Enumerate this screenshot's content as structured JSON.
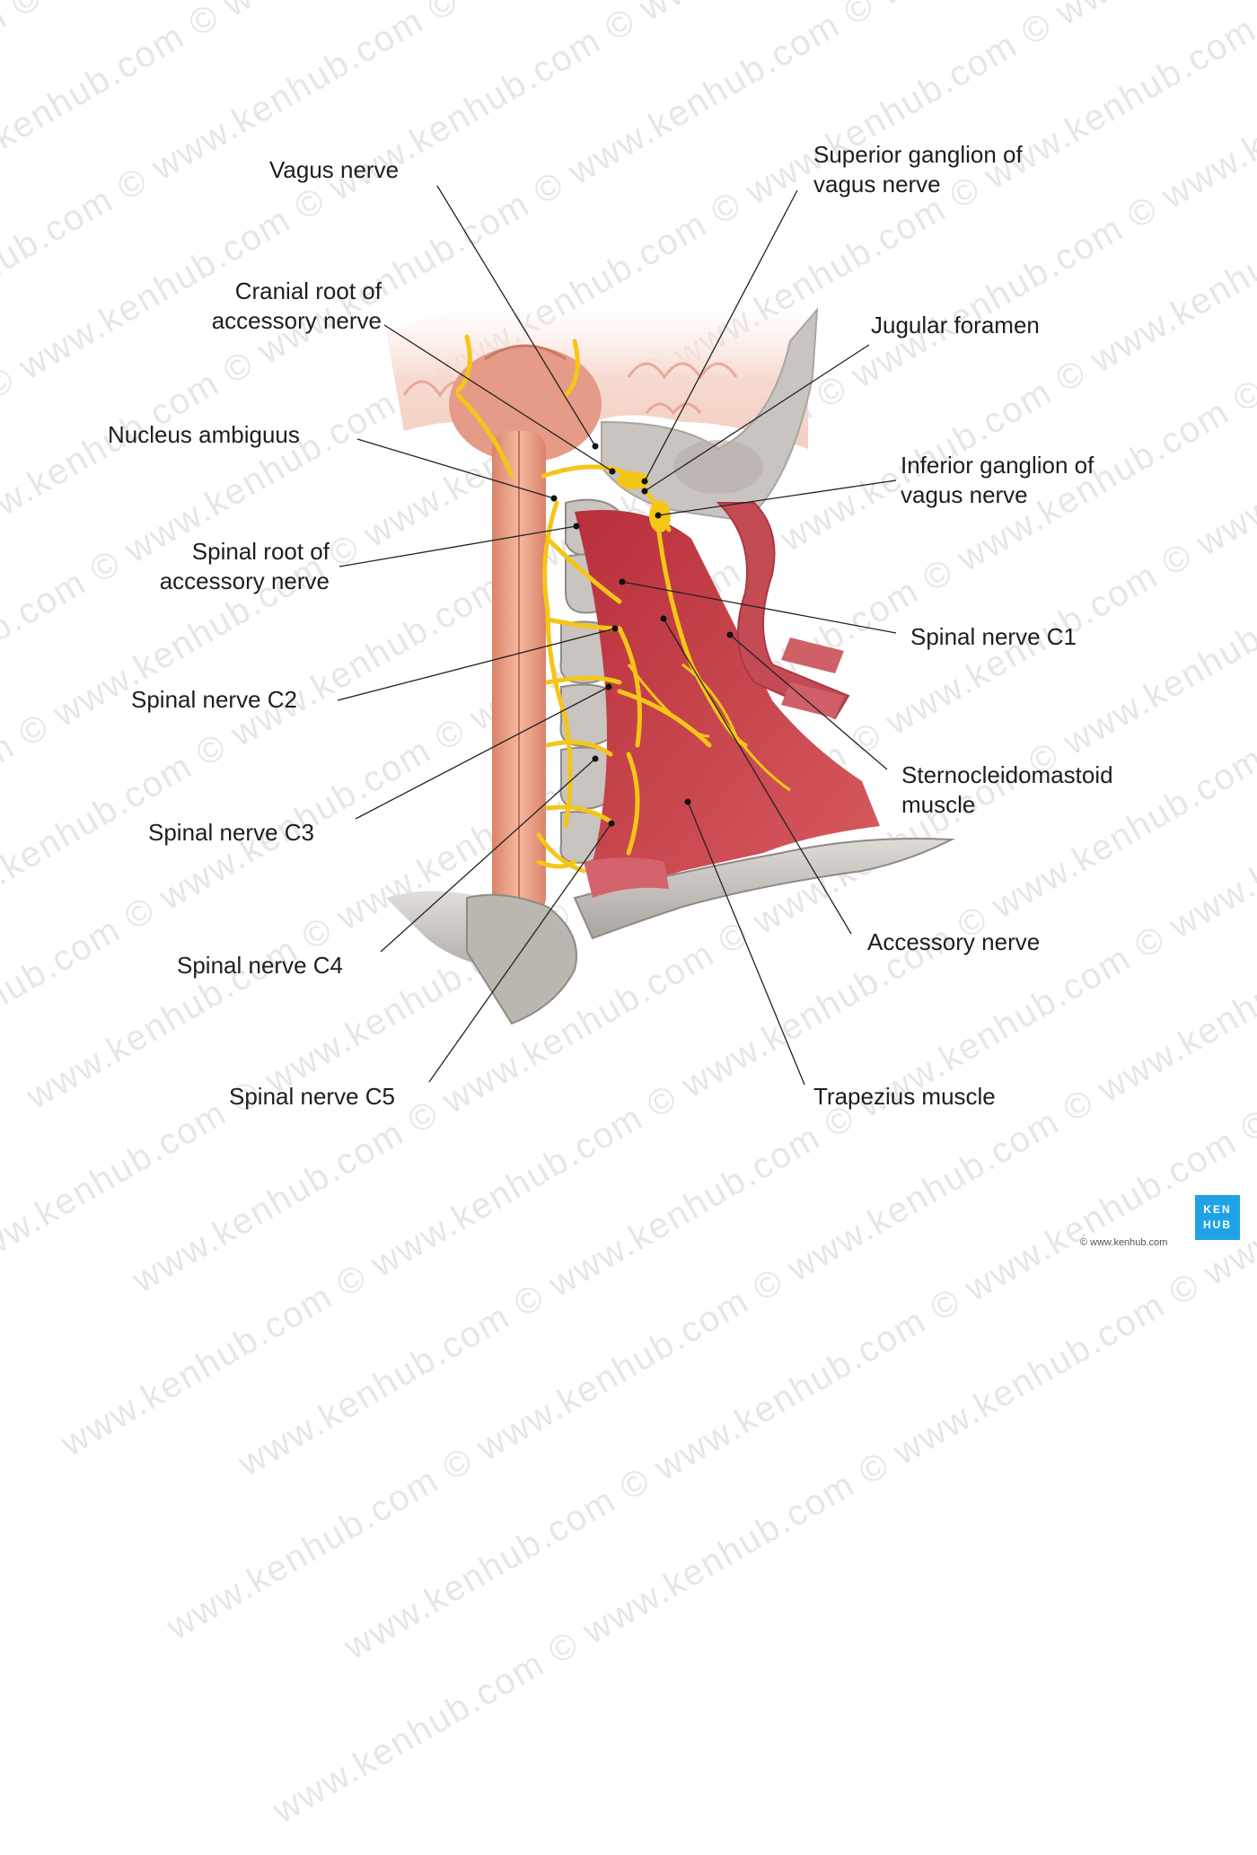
{
  "labels": {
    "vagus_nerve": "Vagus nerve",
    "superior_ganglion": [
      "Superior ganglion of",
      "vagus nerve"
    ],
    "cranial_root": [
      "Cranial root of",
      "accessory nerve"
    ],
    "jugular_foramen": "Jugular foramen",
    "nucleus_ambiguus": "Nucleus ambiguus",
    "inferior_ganglion": [
      "Inferior ganglion of",
      "vagus nerve"
    ],
    "spinal_root": [
      "Spinal root of",
      "accessory nerve"
    ],
    "spinal_c1": "Spinal nerve C1",
    "spinal_c2": "Spinal nerve C2",
    "scm": [
      "Sternocleidomastoid",
      "muscle"
    ],
    "spinal_c3": "Spinal nerve C3",
    "accessory_nerve": "Accessory nerve",
    "spinal_c4": "Spinal nerve C4",
    "spinal_c5": "Spinal nerve C5",
    "trapezius": "Trapezius muscle"
  },
  "watermark": "www.kenhub.com ©",
  "logo": [
    "KEN",
    "HUB"
  ],
  "credit": "© www.kenhub.com",
  "colors": {
    "muscle": "#c9474f",
    "nerve": "#f5c518",
    "bone": "#cfcac6",
    "brain": "#f2c6b8",
    "spinal_cord": "#e9a48a",
    "accent": "#1fa3e6"
  }
}
